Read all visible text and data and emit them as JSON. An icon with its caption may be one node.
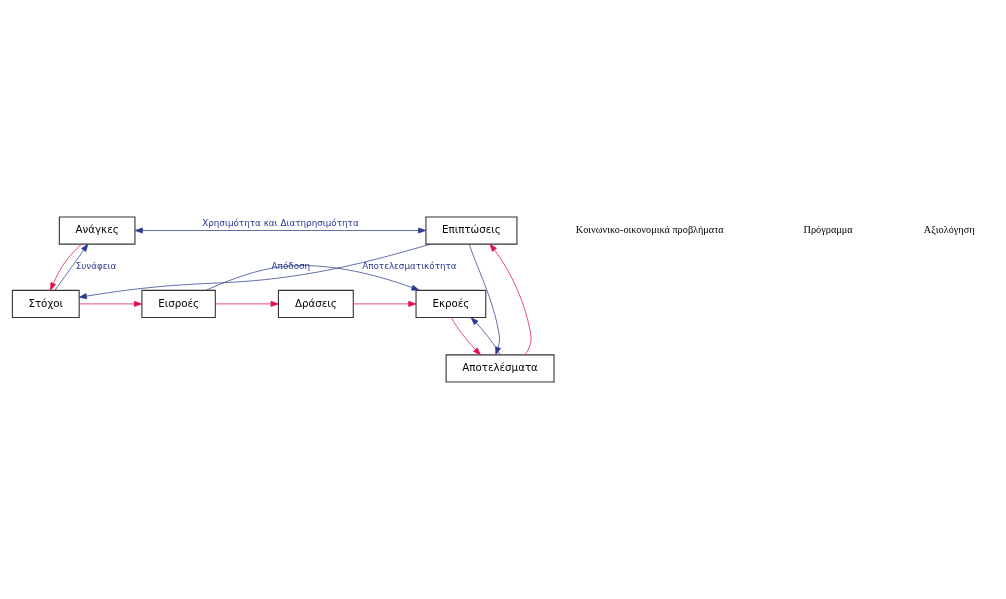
{
  "diagram": {
    "nodes": [
      {
        "text": [
          "Ανάγκες"
        ]
      },
      {
        "text": [
          "Στόχοι"
        ]
      },
      {
        "text": [
          "Εισροές"
        ]
      },
      {
        "text": [
          "Δράσεις"
        ]
      },
      {
        "text": [
          "Εκροές"
        ]
      },
      {
        "text": [
          "Αποτελέσματα"
        ]
      },
      {
        "text": [
          "Επιπτώσεις"
        ]
      }
    ],
    "edges": [
      {
        "from": 0,
        "to": 1,
        "arrow": "to",
        "color": "#e0104a"
      },
      {
        "from": 1,
        "to": 2,
        "arrow": "to",
        "color": "#e0104a"
      },
      {
        "from": 2,
        "to": 3,
        "arrow": "to",
        "color": "#e0104a"
      },
      {
        "from": 3,
        "to": 4,
        "arrow": "to",
        "color": "#e0104a"
      },
      {
        "from": 4,
        "to": 5,
        "arrow": "to",
        "color": "#e0104a"
      },
      {
        "from": 5,
        "to": 6,
        "arrow": "to",
        "color": "#e0104a"
      },
      {
        "from": 1,
        "to": 0,
        "arrow": "to",
        "label": "Συνάφεια",
        "color": "#2a3a8c"
      },
      {
        "from": 2,
        "to": 4,
        "arrow": "to",
        "label": "Απόδοση",
        "color": "#2a3a8c"
      },
      {
        "from": 5,
        "to": 4,
        "arrow": "to",
        "color": "#2a3a8c"
      },
      {
        "from": 6,
        "to": 1,
        "arrow": "to",
        "label": "Αποτελεσματικότητα",
        "color": "#2a3a8c"
      },
      {
        "from": 6,
        "to": 5,
        "arrow": "to",
        "color": "#2a3a8c"
      },
      {
        "from": 0,
        "to": 6,
        "arrow": "both",
        "label": "Χρησιμότητα και Διατηρησιμότητα",
        "color": "#2a3a8c"
      }
    ],
    "labels": [
      "Κοινωνικο-οικονομικά προβλήματα",
      "Πρόγραμμα",
      "Αξιολόγηση"
    ]
  }
}
